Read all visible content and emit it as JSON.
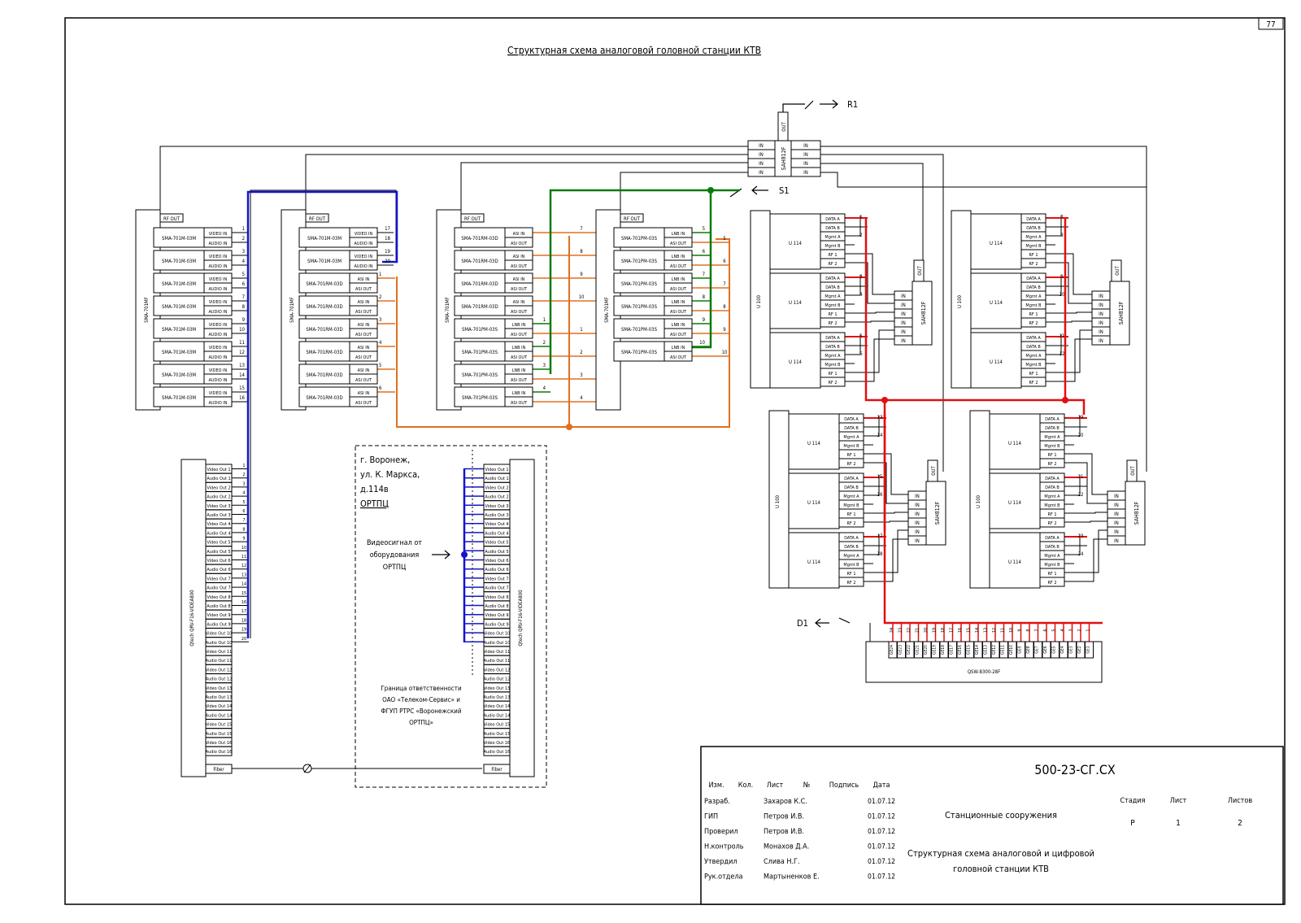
{
  "sheet_number": "77",
  "title": "Структурная схема аналоговой головной станции КТВ",
  "sah_labels": {
    "in": "IN",
    "out": "OUT",
    "model": "SAH812F"
  },
  "outputs": {
    "r": "R1",
    "s": "S1",
    "d": "D1"
  },
  "frames": {
    "sma701mf": "SMA-701MF",
    "u100": "U 100",
    "u114": "U 114"
  },
  "rf_out": "RF OUT",
  "group1": {
    "model": "SMA-701M-03M",
    "ports": [
      "VIDEO IN",
      "AUDIO IN"
    ],
    "numbers": [
      "1",
      "2",
      "3",
      "4",
      "5",
      "6",
      "7",
      "8",
      "9",
      "10",
      "11",
      "12",
      "13",
      "14",
      "15",
      "16"
    ]
  },
  "group2": {
    "rows": [
      {
        "model": "SMA-701M-03M",
        "ports": [
          "VIDEO IN",
          "AUDIO IN"
        ],
        "nums": [
          "17",
          "18"
        ]
      },
      {
        "model": "SMA-701M-03M",
        "ports": [
          "VIDEO IN",
          "AUDIO IN"
        ],
        "nums": [
          "19",
          "20"
        ]
      },
      {
        "model": "SMA-701RM-03D",
        "ports": [
          "ASI IN",
          "ASI OUT"
        ],
        "nums": [
          "1",
          ""
        ]
      },
      {
        "model": "SMA-701RM-03D",
        "ports": [
          "ASI IN",
          "ASI OUT"
        ],
        "nums": [
          "2",
          ""
        ]
      },
      {
        "model": "SMA-701RM-03D",
        "ports": [
          "ASI IN",
          "ASI OUT"
        ],
        "nums": [
          "3",
          ""
        ]
      },
      {
        "model": "SMA-701RM-03D",
        "ports": [
          "ASI IN",
          "ASI OUT"
        ],
        "nums": [
          "4",
          ""
        ]
      },
      {
        "model": "SMA-701RM-03D",
        "ports": [
          "ASI IN",
          "ASI OUT"
        ],
        "nums": [
          "5",
          ""
        ]
      },
      {
        "model": "SMA-701RM-03D",
        "ports": [
          "ASI IN",
          "ASI OUT"
        ],
        "nums": [
          "6",
          ""
        ]
      }
    ]
  },
  "group3": {
    "rows": [
      {
        "model": "SMA-701RM-03D",
        "ports": [
          "ASI IN",
          "ASI OUT"
        ],
        "nums": [
          "7"
        ]
      },
      {
        "model": "SMA-701RM-03D",
        "ports": [
          "ASI IN",
          "ASI OUT"
        ],
        "nums": [
          "8"
        ]
      },
      {
        "model": "SMA-701RM-03D",
        "ports": [
          "ASI IN",
          "ASI OUT"
        ],
        "nums": [
          "9"
        ]
      },
      {
        "model": "SMA-701RM-03D",
        "ports": [
          "ASI IN",
          "ASI OUT"
        ],
        "nums": [
          "10"
        ]
      },
      {
        "model": "SMA-701PM-03S",
        "ports": [
          "LNB IN",
          "ASI OUT"
        ],
        "nums": [
          "1"
        ]
      },
      {
        "model": "SMA-701PM-03S",
        "ports": [
          "LNB IN",
          "ASI OUT"
        ],
        "nums": [
          "2"
        ]
      },
      {
        "model": "SMA-701PM-03S",
        "ports": [
          "LNB IN",
          "ASI OUT"
        ],
        "nums": [
          "3"
        ]
      },
      {
        "model": "SMA-701PM-03S",
        "ports": [
          "LNB IN",
          "ASI OUT"
        ],
        "nums": [
          "4"
        ]
      }
    ]
  },
  "group4": {
    "model": "SMA-701PM-03S",
    "ports": [
      "LNB IN",
      "ASI OUT"
    ],
    "rows": [
      [
        "5"
      ],
      [
        "6"
      ],
      [
        "7"
      ],
      [
        "8"
      ],
      [
        "9"
      ],
      [
        "10"
      ]
    ]
  },
  "u114_ports": [
    "DATA A",
    "DATA B",
    "Mgmt A",
    "Mgmt B",
    "RF 1",
    "RF 2"
  ],
  "u_numbers": {
    "a": [
      [
        "1",
        "2"
      ],
      [
        "3",
        "4"
      ],
      [
        "5",
        "6"
      ]
    ],
    "b": [
      [
        "7",
        "8"
      ],
      [
        "9",
        "10"
      ],
      [
        "11",
        "12"
      ]
    ],
    "c": [
      [
        "13",
        "14"
      ],
      [
        "15",
        "16"
      ],
      [
        "17",
        "18"
      ]
    ],
    "d": [
      [
        "19",
        "20"
      ],
      [
        "21",
        "22"
      ],
      [
        "23",
        "24"
      ]
    ]
  },
  "switch": {
    "model": "QSW-8300-28F",
    "ports": [
      "GE24",
      "GE23",
      "GE22",
      "GE21",
      "GE20",
      "GE19",
      "GE18",
      "GE17",
      "GE16",
      "GE15",
      "GE14",
      "GE13",
      "GE12",
      "GE11",
      "GE10",
      "GE9",
      "GE8",
      "GE7",
      "GE6",
      "GE5",
      "GE4",
      "GE3",
      "GE2",
      "GE1"
    ],
    "numbers": [
      "24",
      "23",
      "22",
      "21",
      "20",
      "19",
      "18",
      "17",
      "16",
      "15",
      "14",
      "13",
      "12",
      "11",
      "10",
      "9",
      "8",
      "7",
      "6",
      "5",
      "4",
      "3",
      "2",
      "1"
    ]
  },
  "qtech_left": {
    "model": "Qtech QRV-F16-VIDEA800",
    "ports": [
      "Video Out 1",
      "Audio Out 1",
      "Video Out 2",
      "Audio Out 2",
      "Video Out 3",
      "Audio Out 3",
      "Video Out 4",
      "Audio Out 4",
      "Video Out 5",
      "Audio Out 5",
      "Video Out 6",
      "Audio Out 6",
      "Video Out 7",
      "Audio Out 7",
      "Video Out 8",
      "Audio Out 8",
      "Video Out 9",
      "Audio Out 9",
      "Video Out 10",
      "Audio Out 10",
      "Video Out 11",
      "Audio Out 11",
      "Video Out 12",
      "Audio Out 12",
      "Video Out 13",
      "Audio Out 13",
      "Video Out 14",
      "Audio Out 14",
      "Video Out 15",
      "Audio Out 15",
      "Video Out 16",
      "Audio Out 16"
    ],
    "numbers": [
      "1",
      "2",
      "3",
      "4",
      "5",
      "6",
      "7",
      "8",
      "9",
      "10",
      "11",
      "12",
      "13",
      "14",
      "15",
      "16",
      "17",
      "18",
      "19",
      "20"
    ],
    "fiber": "Fiber"
  },
  "qtech_right": {
    "model": "Qtech QRV-F16-VIDEA800",
    "fiber": "Fiber"
  },
  "ortpc": {
    "address": [
      "г. Воронеж,",
      "ул. К. Маркса,",
      "д.114в",
      "ОРТПЦ"
    ],
    "video_note": [
      "Видеосигнал от",
      "оборудования",
      "ОРТПЦ"
    ],
    "boundary": [
      "Граница ответственности",
      "ОАО «Телеком-Сервис» и",
      "ФГУП РТРС «Воронежский",
      "ОРТПЦ»"
    ]
  },
  "stamp": {
    "doc_code": "500-23-СГ.СХ",
    "object": "Станционные сооружения",
    "sheet_title": [
      "Структурная схема аналоговой и цифровой",
      "головной станции КТВ"
    ],
    "header": [
      "Изм.",
      "Кол.",
      "Лист",
      "№",
      "Подпись",
      "Дата"
    ],
    "rows": [
      {
        "role": "Разраб.",
        "name": "Захаров К.С.",
        "date": "01.07.12"
      },
      {
        "role": "ГИП",
        "name": "Петров И.В.",
        "date": "01.07.12"
      },
      {
        "role": "Проверил",
        "name": "Петров И.В.",
        "date": "01.07.12"
      },
      {
        "role": "Н.контроль",
        "name": "Монахов Д.А.",
        "date": "01.07.12"
      },
      {
        "role": "Утвердил",
        "name": "Слива Н.Г.",
        "date": "01.07.12"
      },
      {
        "role": "Рук.отдела",
        "name": "Мартыненков Е.",
        "date": "01.07.12"
      }
    ],
    "stage": {
      "label": "Стадия",
      "value": "Р"
    },
    "sheet": {
      "label": "Лист",
      "value": "1"
    },
    "sheets": {
      "label": "Листов",
      "value": "2"
    }
  },
  "colors": {
    "blue": "#1515c8",
    "green": "#0a7a0a",
    "orange": "#e07020",
    "red": "#e01010",
    "line": "#000000"
  }
}
